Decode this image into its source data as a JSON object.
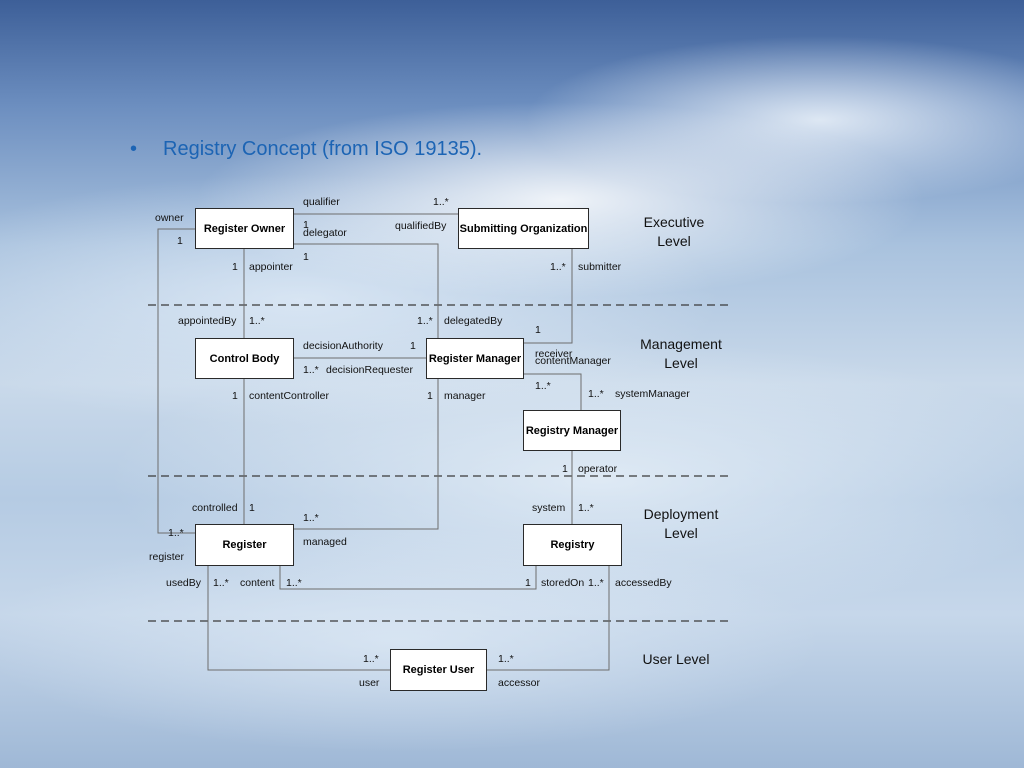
{
  "slide": {
    "bullet": "•",
    "title": "Registry Concept (from ISO 19135)."
  },
  "levels": {
    "executive": [
      "Executive",
      "Level"
    ],
    "management": [
      "Management",
      "Level"
    ],
    "deployment": [
      "Deployment",
      "Level"
    ],
    "user": "User Level"
  },
  "classes": {
    "register_owner": "Register Owner",
    "submitting_organization": "Submitting Organization",
    "control_body": "Control Body",
    "register_manager": "Register Manager",
    "registry_manager": "Registry Manager",
    "register": "Register",
    "registry": "Registry",
    "register_user": "Register User"
  },
  "labels": {
    "qualifier": "qualifier",
    "qualifier_mult": "1..*",
    "owner": "owner",
    "owner_mult": "1",
    "qualifiedBy": "qualifiedBy",
    "delegator_mult": "1",
    "delegator": "delegator",
    "delegator_mult2": "1",
    "appointer_mult": "1",
    "appointer": "appointer",
    "submitter_mult": "1..*",
    "submitter": "submitter",
    "appointedBy": "appointedBy",
    "appointedBy_mult": "1..*",
    "delegatedBy_mult": "1..*",
    "delegatedBy": "delegatedBy",
    "receiver_mult": "1",
    "receiver": "receiver",
    "contentManager": "contentManager",
    "decisionAuthority": "decisionAuthority",
    "decisionAuthority_mult": "1",
    "decisionRequester_mult": "1..*",
    "decisionRequester": "decisionRequester",
    "contentManager_mult": "1..*",
    "contentController_mult": "1",
    "contentController": "contentController",
    "manager_mult": "1",
    "manager": "manager",
    "systemManager_mult": "1..*",
    "systemManager": "systemManager",
    "operator_mult": "1",
    "operator": "operator",
    "controlled": "controlled",
    "controlled_mult": "1",
    "managed_mult": "1..*",
    "managed": "managed",
    "system": "system",
    "system_mult": "1..*",
    "register_mult": "1..*",
    "register_role": "register",
    "usedBy": "usedBy",
    "usedBy_mult": "1..*",
    "content": "content",
    "content_mult": "1..*",
    "storedOn_mult": "1",
    "storedOn": "storedOn",
    "accessedBy_mult": "1..*",
    "accessedBy": "accessedBy",
    "user_mult": "1..*",
    "user": "user",
    "accessor_mult": "1..*",
    "accessor": "accessor"
  }
}
